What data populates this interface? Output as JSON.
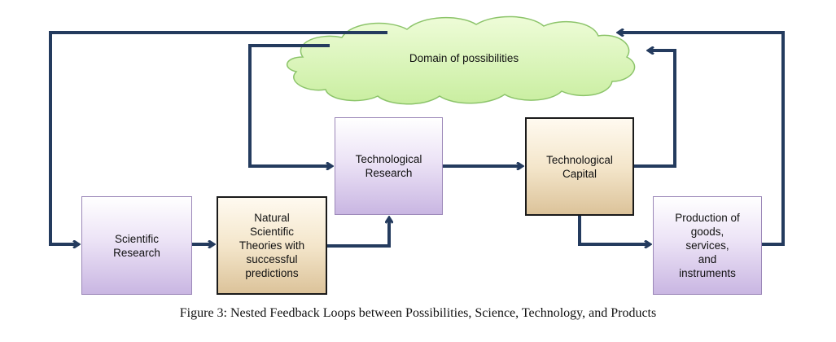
{
  "diagram": {
    "cloud_label": "Domain of possibilities",
    "boxes": {
      "scientific_research": "Scientific\nResearch",
      "natural_theories": "Natural\nScientific\nTheories with\nsuccessful\npredictions",
      "technological_research": "Technological\nResearch",
      "technological_capital": "Technological\nCapital",
      "production": "Production of\ngoods,\nservices,\nand\ninstruments"
    },
    "caption": "Figure 3: Nested Feedback Loops between Possibilities, Science, Technology, and Products"
  },
  "colors": {
    "arrow": "#243b5e",
    "cloud_fill": "#d8f5b5",
    "cloud_stroke": "#8cc46a",
    "purple_border": "#9b87b8",
    "tan_border": "#1a1a1a"
  }
}
